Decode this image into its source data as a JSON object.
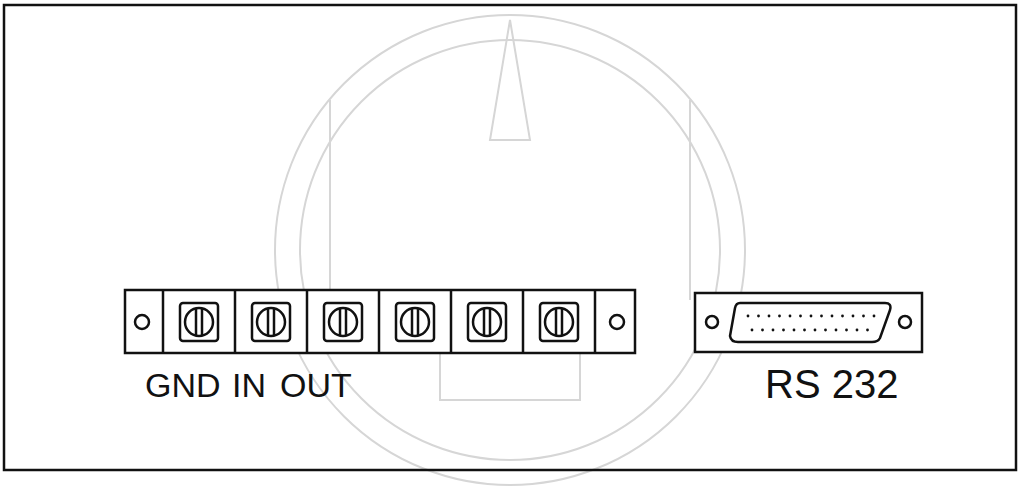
{
  "diagram": {
    "labels": [
      "GND",
      "IN",
      "OUT",
      "RS 232"
    ]
  }
}
